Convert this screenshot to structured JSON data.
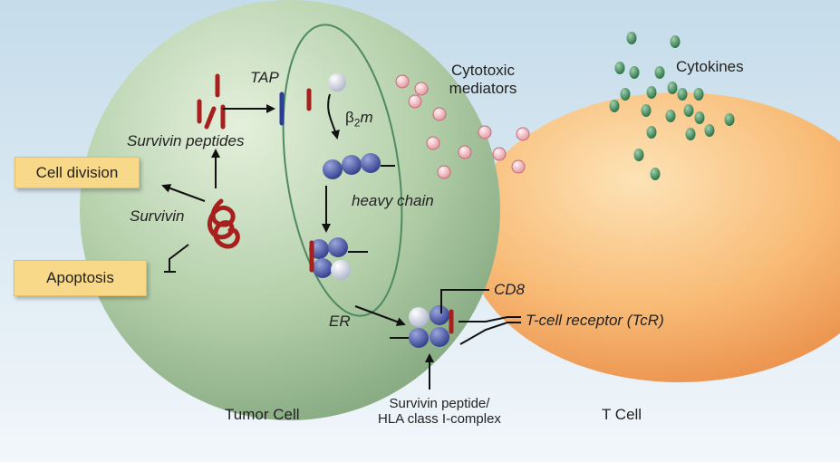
{
  "labels": {
    "tap": "TAP",
    "cytotoxic_mediators_line1": "Cytotoxic",
    "cytotoxic_mediators_line2": "mediators",
    "cytokines": "Cytokines",
    "beta2m_beta": "β",
    "beta2m_sub": "2",
    "beta2m_m": "m",
    "survivin_peptides": "Survivin peptides",
    "cell_division": "Cell division",
    "survivin": "Survivin",
    "heavy_chain": "heavy chain",
    "apoptosis": "Apoptosis",
    "cd8": "CD8",
    "er": "ER",
    "tcr": "T-cell receptor (TcR)",
    "tumor_cell": "Tumor Cell",
    "t_cell": "T Cell",
    "complex_line1": "Survivin peptide/",
    "complex_line2": "HLA class I-complex"
  },
  "colors": {
    "background_top": "#c5dcea",
    "background_bottom": "#f2f7fb",
    "tumor_cell": "#a9c99f",
    "t_cell": "#f6b36b",
    "er_outline": "#4f8a63",
    "peptide": "#a8201e",
    "tap": "#2b3f9a",
    "hla_heavy": "#4a58a8",
    "beta2m": "#dfe3f0",
    "mediator": "#f4c2c8",
    "cytokine": "#4f9468",
    "box": "#f8d98a"
  }
}
